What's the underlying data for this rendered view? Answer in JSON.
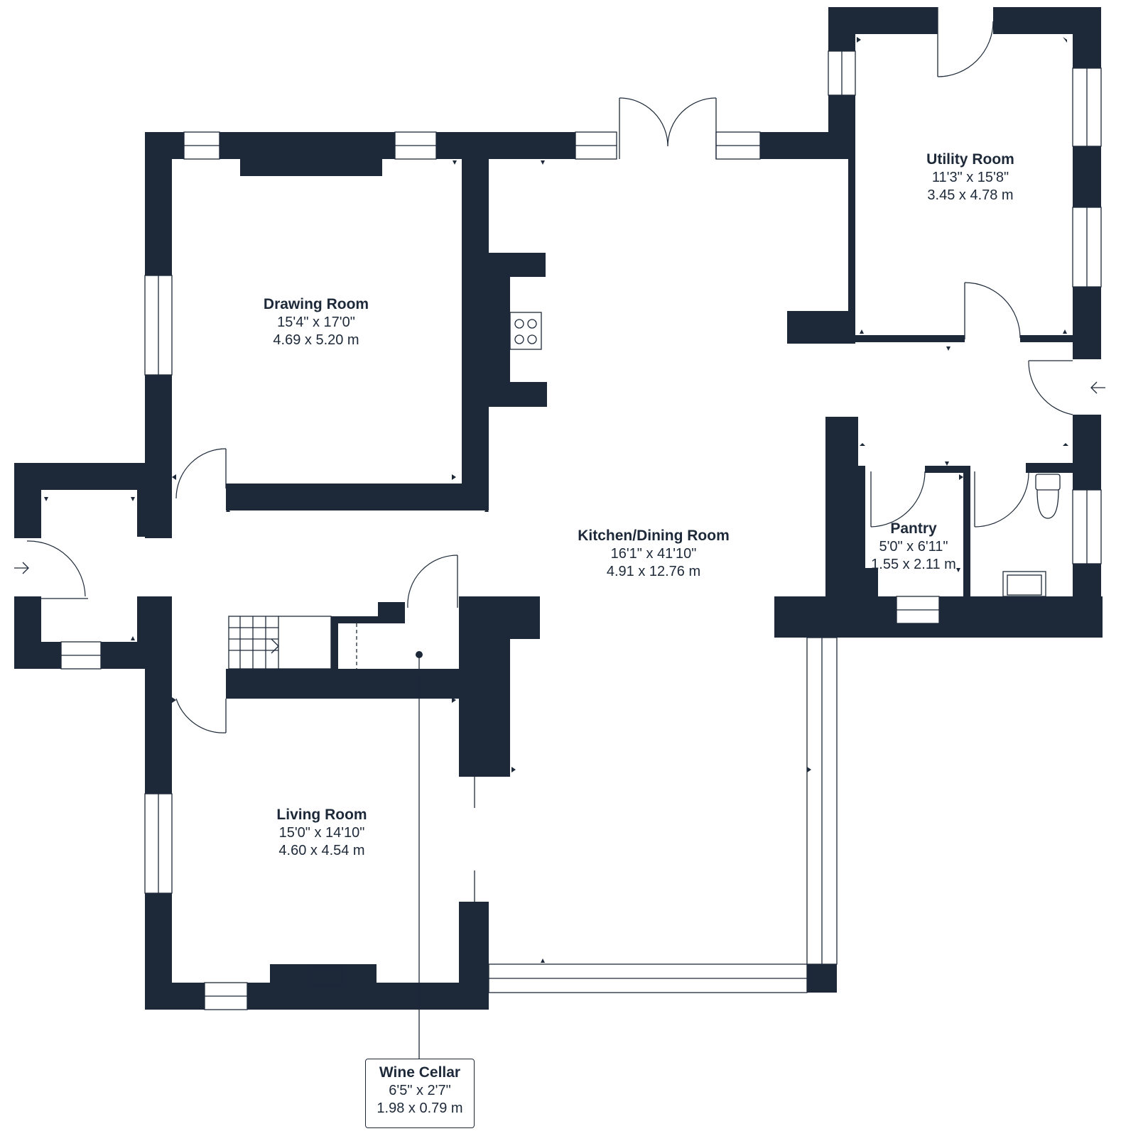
{
  "colors": {
    "wall": "#1d2939",
    "background": "#ffffff"
  },
  "rooms": {
    "drawing_room": {
      "name": "Drawing Room",
      "imperial": "15'4\" x 17'0\"",
      "metric": "4.69 x 5.20 m"
    },
    "kitchen_dining": {
      "name": "Kitchen/Dining Room",
      "imperial": "16'1\" x 41'10\"",
      "metric": "4.91 x 12.76 m"
    },
    "utility_room": {
      "name": "Utility Room",
      "imperial": "11'3\" x 15'8\"",
      "metric": "3.45 x 4.78 m"
    },
    "pantry": {
      "name": "Pantry",
      "imperial": "5'0\" x 6'11\"",
      "metric": "1.55 x 2.11 m"
    },
    "living_room": {
      "name": "Living Room",
      "imperial": "15'0\" x 14'10\"",
      "metric": "4.60 x 4.54 m"
    },
    "wine_cellar": {
      "name": "Wine Cellar",
      "imperial": "6'5\" x 2'7\"",
      "metric": "1.98 x 0.79 m"
    }
  },
  "icons": [
    "entrance-arrow-icon",
    "hob-icon",
    "toilet-icon",
    "sink-icon",
    "fireplace-icon",
    "stairs-icon"
  ]
}
